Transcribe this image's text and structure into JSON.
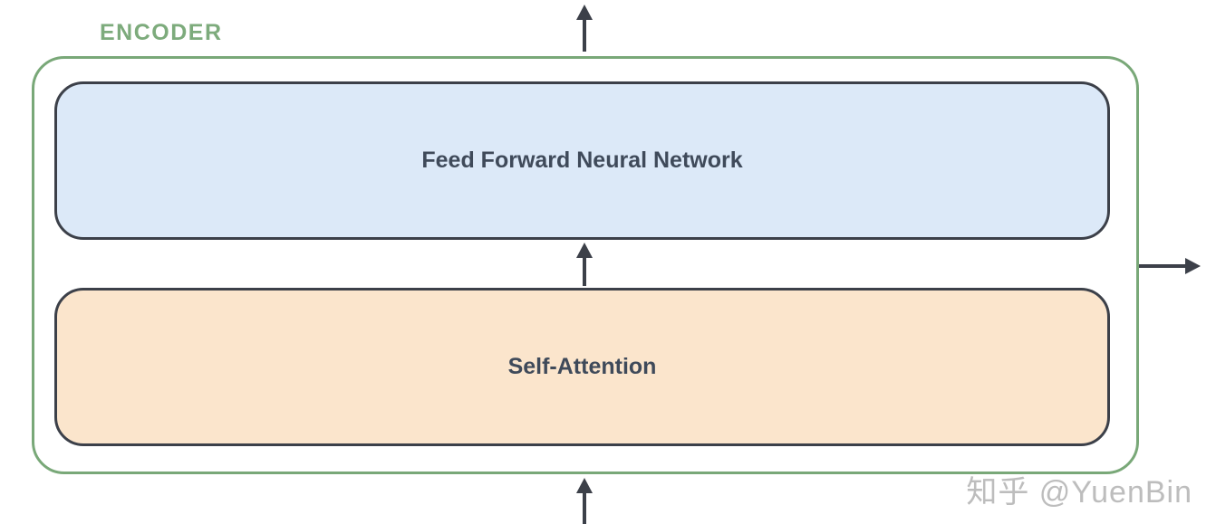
{
  "diagram": {
    "encoder_label": "ENCODER",
    "blocks": {
      "feed_forward": {
        "label": "Feed Forward Neural Network"
      },
      "self_attention": {
        "label": "Self-Attention"
      }
    },
    "watermark": "知乎 @YuenBin",
    "colors": {
      "encoder-border": "#79a878",
      "encoder-label": "#7dab7c",
      "ffnn-fill": "#dce9f8",
      "attention-fill": "#fbe5cc",
      "box-border": "#3c4049",
      "text": "#3f4a5a",
      "arrow": "#3c4049",
      "watermark": "#bdbdbd"
    }
  }
}
